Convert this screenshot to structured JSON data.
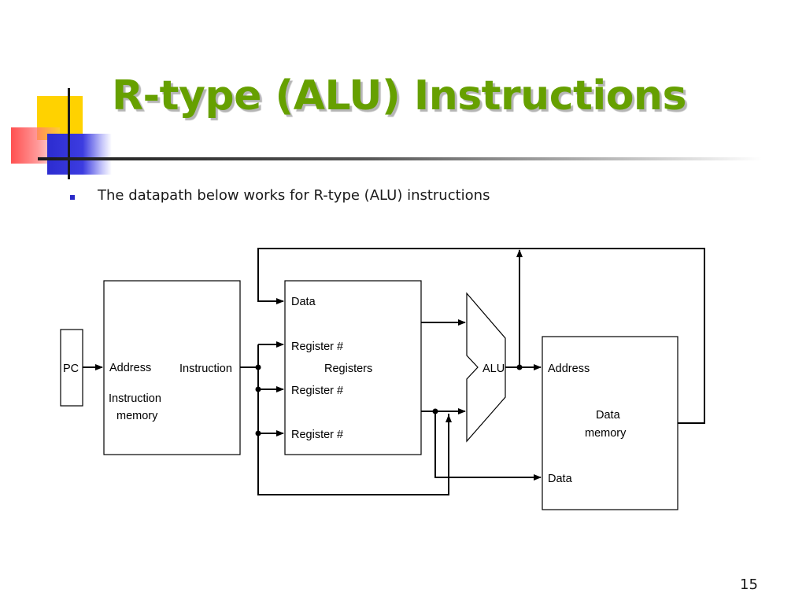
{
  "slide": {
    "title": "R-type (ALU) Instructions",
    "bullet": "The datapath below works for R-type (ALU) instructions",
    "page_number": "15"
  },
  "diagram": {
    "pc": "PC",
    "instruction_memory": {
      "address": "Address",
      "instruction": "Instruction",
      "name_line1": "Instruction",
      "name_line2": "memory"
    },
    "registers": {
      "data": "Data",
      "register1": "Register #",
      "register2": "Register #",
      "register3": "Register #",
      "name": "Registers"
    },
    "alu": "ALU",
    "data_memory": {
      "address": "Address",
      "name_line1": "Data",
      "name_line2": "memory",
      "data": "Data"
    }
  }
}
